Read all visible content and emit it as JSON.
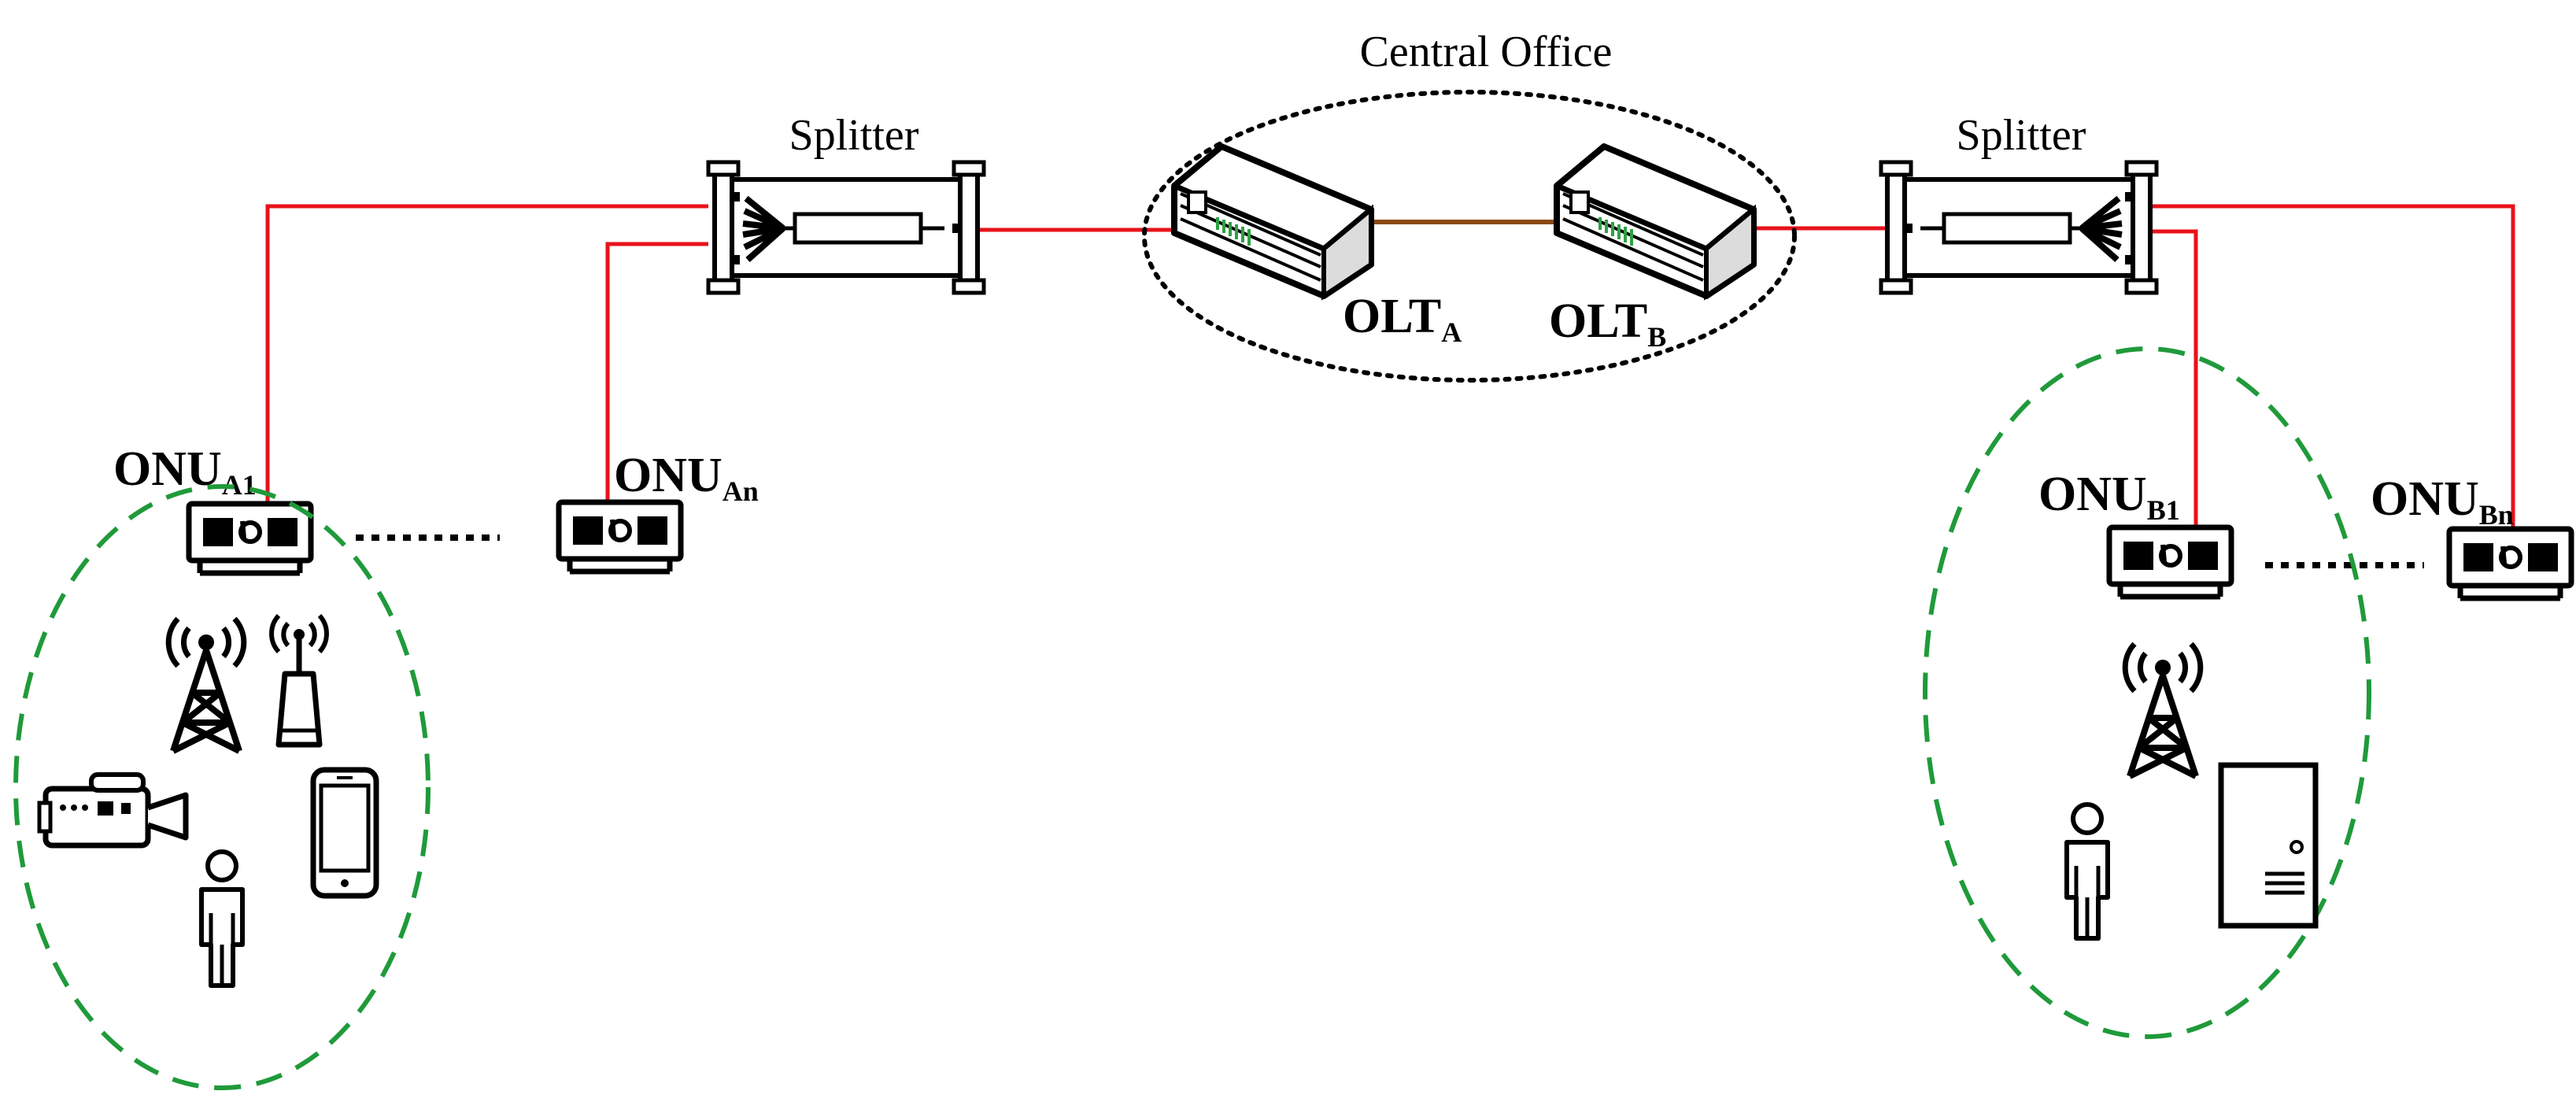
{
  "central_office": {
    "label": "Central Office"
  },
  "splitters": [
    {
      "id": "A",
      "label": "Splitter"
    },
    {
      "id": "B",
      "label": "Splitter"
    }
  ],
  "olts": [
    {
      "id": "A",
      "base": "OLT",
      "sub": "A"
    },
    {
      "id": "B",
      "base": "OLT",
      "sub": "B"
    }
  ],
  "onus": [
    {
      "id": "A1",
      "base": "ONU",
      "sub": "A1"
    },
    {
      "id": "An",
      "base": "ONU",
      "sub": "An"
    },
    {
      "id": "B1",
      "base": "ONU",
      "sub": "B1"
    },
    {
      "id": "Bn",
      "base": "ONU",
      "sub": "Bn"
    }
  ],
  "colors": {
    "fiber": "#e8121a",
    "trunk": "#8b4a16",
    "access_group_border": "#1f9a3a",
    "olt_ports": "#2ea043"
  },
  "icons": {
    "group_A": [
      "cell-tower-icon",
      "wifi-router-icon",
      "video-camera-icon",
      "smartphone-icon",
      "person-icon"
    ],
    "group_B": [
      "cell-tower-icon",
      "person-icon",
      "server-icon"
    ]
  }
}
